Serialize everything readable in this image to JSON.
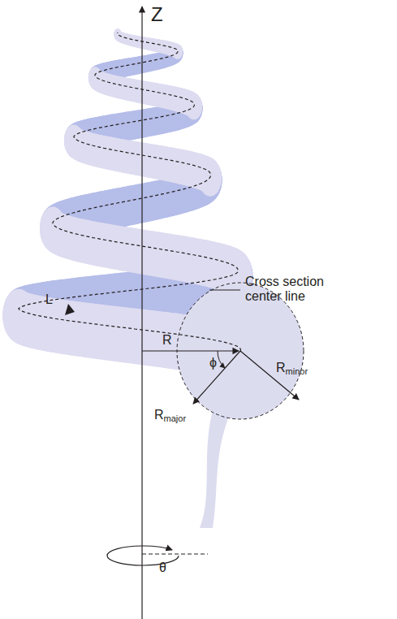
{
  "diagram": {
    "labels": [
      "Z",
      "Cross section center line",
      "L",
      "R",
      "ϕ",
      "Rmajor",
      "Rminor",
      "θ"
    ]
  }
}
